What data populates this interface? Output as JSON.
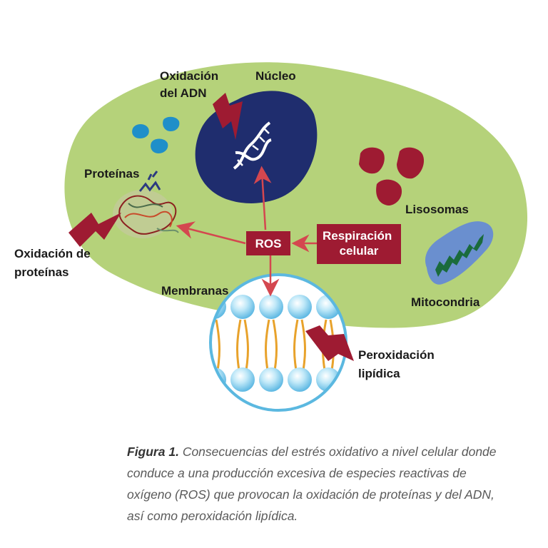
{
  "labels": {
    "oxidacion_adn": [
      "Oxidación",
      "del ADN"
    ],
    "nucleo": "Núcleo",
    "proteinas": "Proteínas",
    "lisosomas": "Lisosomas",
    "oxidacion_proteinas": [
      "Oxidación de",
      "proteínas"
    ],
    "ros": "ROS",
    "respiracion": [
      "Respiración",
      "celular"
    ],
    "membranas": "Membranas",
    "mitocondria": "Mitocondria",
    "peroxidacion": [
      "Peroxidación",
      "lipídica"
    ]
  },
  "caption": {
    "figure_label": "Figura 1.",
    "text": "Consecuencias del estrés oxidativo a nivel celular donde conduce a una producción excesiva de especies reactivas de oxígeno (ROS) que provocan la oxidación de proteínas y del ADN, así como peroxidación lipídica."
  },
  "colors": {
    "cell": "#b5d27a",
    "nucleus": "#1f2d6e",
    "ros_box": "#9e1b32",
    "arrow": "#d4474f",
    "lightning": "#9e1b32",
    "vesicle_blue": "#1f8fc9",
    "lysosome": "#9e1b32",
    "mitochondria_outer": "#6a8fcf",
    "mitochondria_inner": "#1a6b3c",
    "membrane_head": "#9fdcf3",
    "membrane_tail": "#e8a22b",
    "membrane_ring": "#5bb8e0"
  }
}
